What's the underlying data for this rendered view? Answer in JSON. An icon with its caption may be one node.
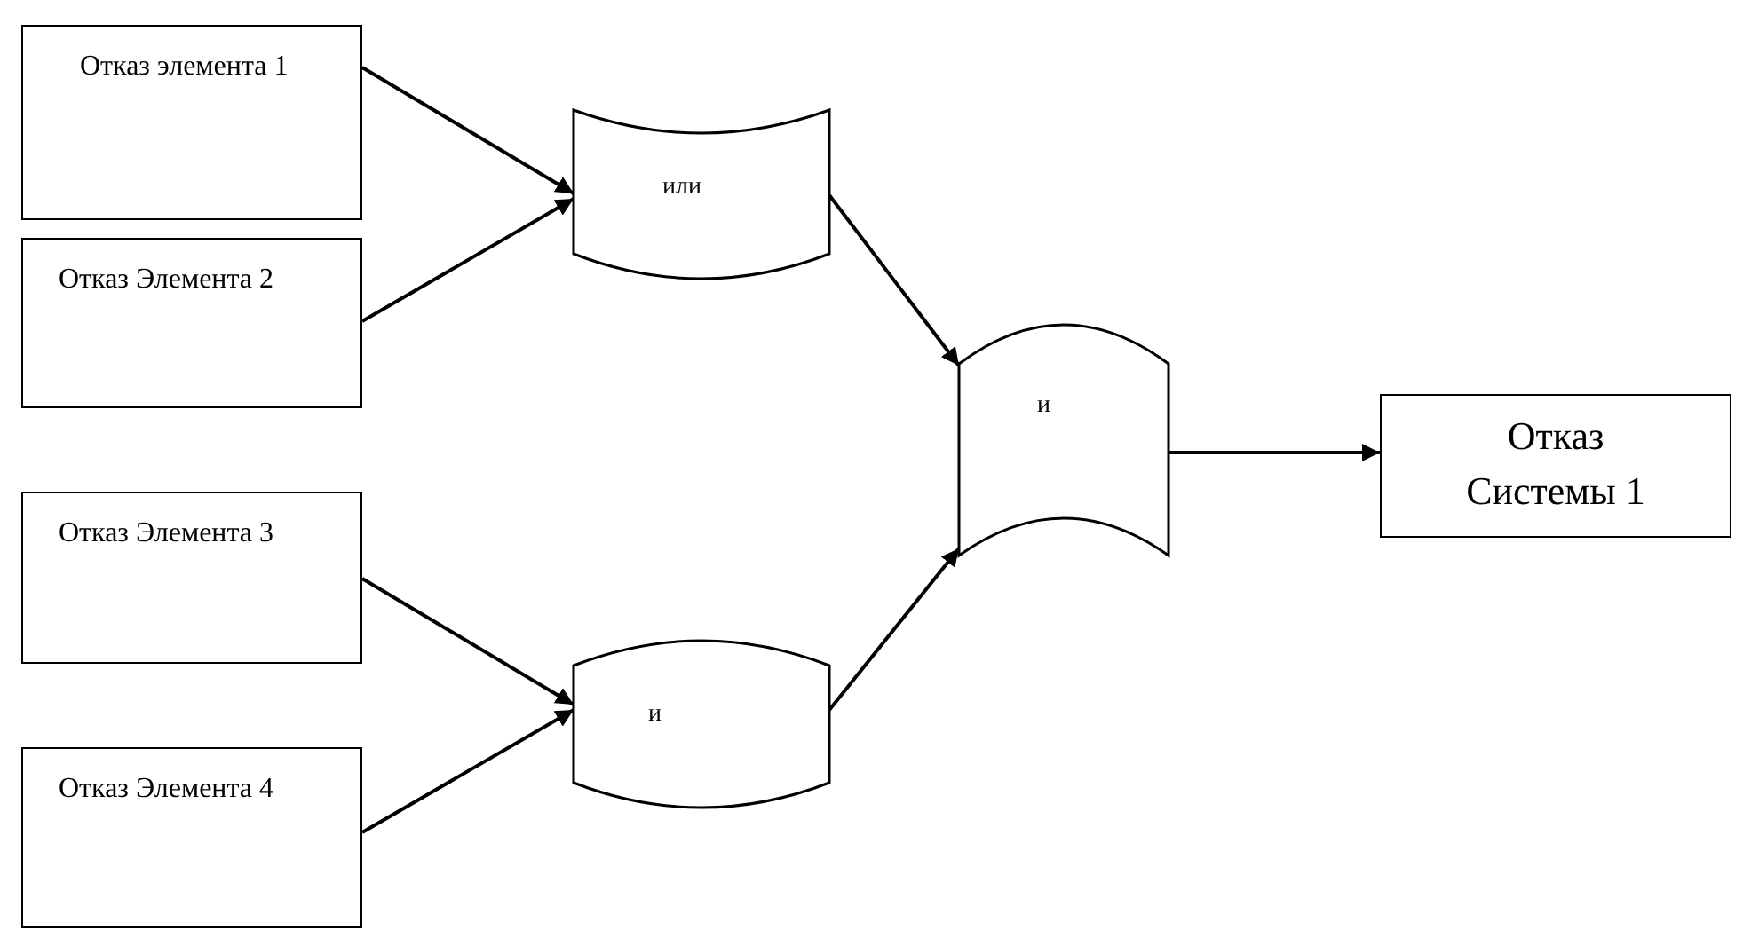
{
  "diagram": {
    "nodes": [
      {
        "text": [
          "Отказ элемента 1"
        ]
      },
      {
        "text": [
          "Отказ Элемента 2"
        ]
      },
      {
        "text": [
          "Отказ Элемента 3"
        ]
      },
      {
        "text": [
          "Отказ Элемента 4"
        ]
      },
      {
        "text": [
          "или"
        ]
      },
      {
        "text": [
          "и"
        ]
      },
      {
        "text": [
          "и"
        ]
      },
      {
        "text": [
          "Отказ Системы 1"
        ]
      }
    ],
    "edges": [
      {
        "from": 0,
        "to": 4,
        "arrow": "to"
      },
      {
        "from": 1,
        "to": 4,
        "arrow": "to"
      },
      {
        "from": 4,
        "to": 5,
        "arrow": "to"
      },
      {
        "from": 2,
        "to": 6,
        "arrow": "to"
      },
      {
        "from": 3,
        "to": 6,
        "arrow": "to"
      },
      {
        "from": 6,
        "to": 5,
        "arrow": "to"
      },
      {
        "from": 5,
        "to": 7,
        "arrow": "to"
      }
    ]
  }
}
